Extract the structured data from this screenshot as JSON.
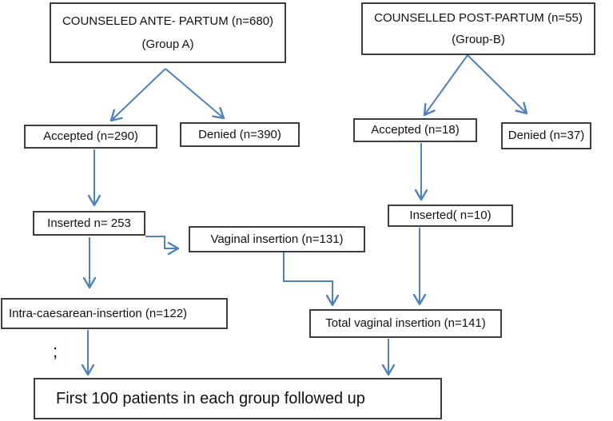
{
  "meta": {
    "type": "flowchart",
    "background": "#ffffff"
  },
  "colors": {
    "arrow": "#4f81bd",
    "box_border": "#3d3d3d",
    "text": "#111111"
  },
  "nodes": {
    "group_a": {
      "line1": "COUNSELED ANTE- PARTUM (n=680)",
      "line2": "(Group A)"
    },
    "group_b": {
      "line1": "COUNSELLED POST-PARTUM (n=55)",
      "line2": "(Group-B)"
    },
    "accepted_a": {
      "label": "Accepted (n=290)"
    },
    "denied_a": {
      "label": "Denied (n=390)"
    },
    "accepted_b": {
      "label": "Accepted (n=18)"
    },
    "denied_b": {
      "label": "Denied (n=37)"
    },
    "inserted_a": {
      "label": "Inserted n= 253"
    },
    "vaginal_insertion": {
      "label": "Vaginal insertion (n=131)"
    },
    "inserted_b": {
      "label": "Inserted( n=10)"
    },
    "intra_caesarean": {
      "label": "Intra-caesarean-insertion (n=122)"
    },
    "total_vaginal": {
      "label": "Total vaginal insertion (n=141)"
    },
    "followup": {
      "label": "First 100 patients in each group followed up"
    },
    "stray_semicolon": {
      "label": ";"
    }
  }
}
